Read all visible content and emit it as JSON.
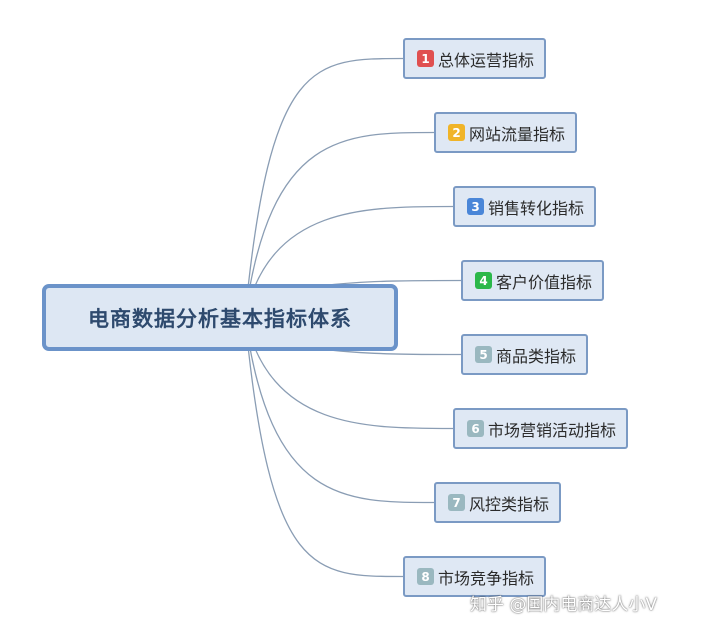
{
  "root": {
    "title": "电商数据分析基本指标体系"
  },
  "branches": [
    {
      "num": "1",
      "label": "总体运营指标",
      "badge_color": "#e05050"
    },
    {
      "num": "2",
      "label": "网站流量指标",
      "badge_color": "#f0b428"
    },
    {
      "num": "3",
      "label": "销售转化指标",
      "badge_color": "#4a86d8"
    },
    {
      "num": "4",
      "label": "客户价值指标",
      "badge_color": "#2cb84a"
    },
    {
      "num": "5",
      "label": "商品类指标",
      "badge_color": "#9ab8c0"
    },
    {
      "num": "6",
      "label": "市场营销活动指标",
      "badge_color": "#9ab8c0"
    },
    {
      "num": "7",
      "label": "风控类指标",
      "badge_color": "#9ab8c0"
    },
    {
      "num": "8",
      "label": "市场竞争指标",
      "badge_color": "#9ab8c0"
    }
  ],
  "colors": {
    "connector": "#8a9db4",
    "node_border": "#7b9ac4",
    "root_border": "#6b93c9"
  },
  "watermark": "知乎 @国内电商达人小V"
}
